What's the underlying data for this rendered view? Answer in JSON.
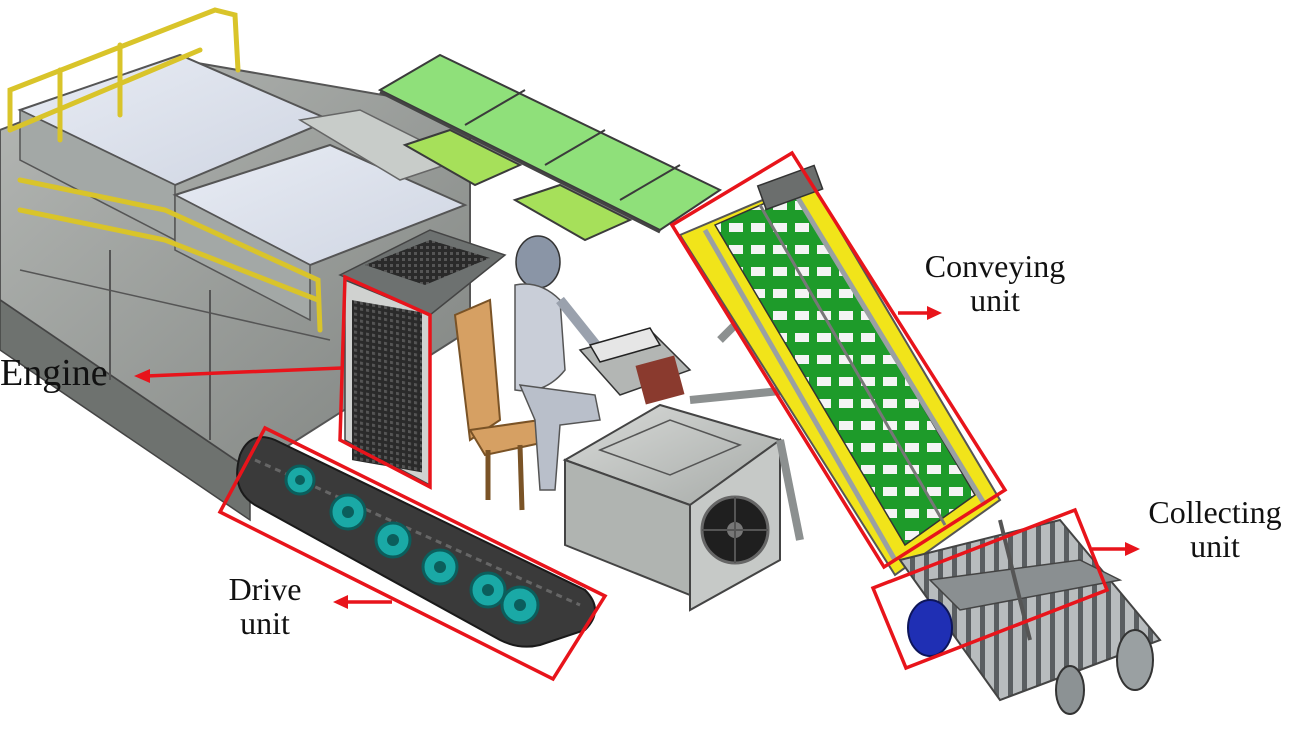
{
  "labels": {
    "engine": "Engine",
    "conveying_line1": "Conveying",
    "conveying_line2": "unit",
    "collecting_line1": "Collecting",
    "collecting_line2": "unit",
    "drive_line1": "Drive",
    "drive_line2": "unit"
  },
  "colors": {
    "annotation": "#e8141b",
    "body_gray": "#9a9e9b",
    "track_dark": "#3a3a3a",
    "wheel_cyan": "#1aa9a6",
    "conveyor_yellow": "#f1e41a",
    "conveyor_green": "#1e9b2a",
    "tray_green": "#8fe07a",
    "seat_orange": "#d6a063",
    "rail_yellow": "#d9c42a",
    "roller_blue": "#1f2fb4"
  }
}
